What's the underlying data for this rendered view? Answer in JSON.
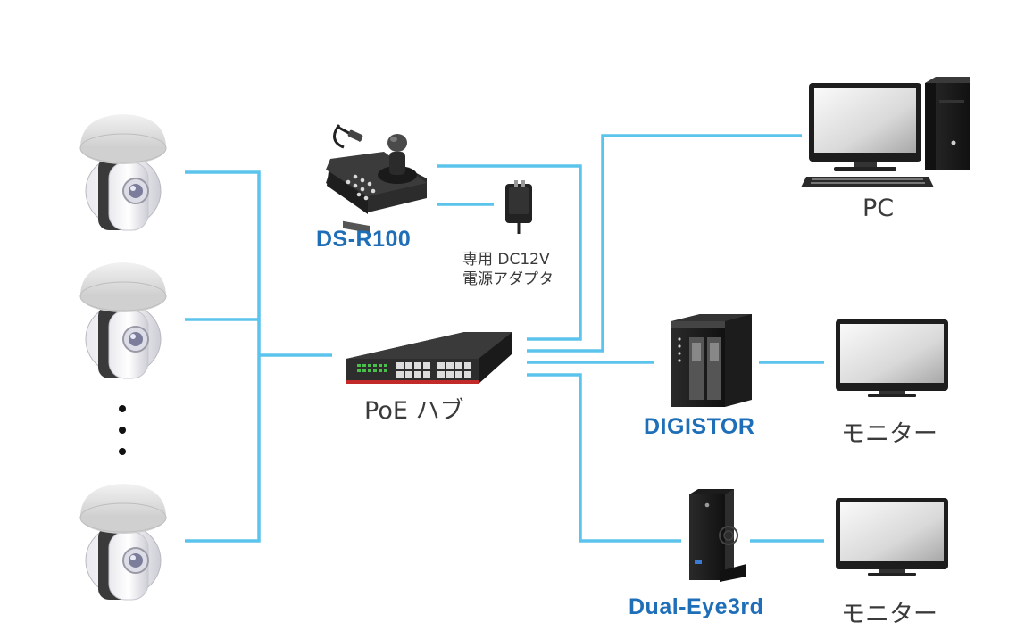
{
  "colors": {
    "connection_line": "#5bc4ec",
    "product_label": "#1f6eb8",
    "generic_label": "#3a3a3a"
  },
  "devices": {
    "controller": {
      "label": "DS-R100",
      "icon": "joystick-controller-icon"
    },
    "adapter": {
      "label_line1": "専用 DC12V",
      "label_line2": "電源アダプタ",
      "icon": "power-adapter-icon"
    },
    "hub": {
      "label": "PoE ハブ",
      "icon": "poe-switch-icon"
    },
    "pc": {
      "label": "PC",
      "icon": "desktop-pc-icon"
    },
    "digistor": {
      "label": "DIGISTOR",
      "icon": "nas-recorder-icon"
    },
    "dualeye": {
      "label": "Dual-Eye3rd",
      "icon": "tower-recorder-icon"
    },
    "monitor1": {
      "label": "モニター",
      "icon": "monitor-icon"
    },
    "monitor2": {
      "label": "モニター",
      "icon": "monitor-icon"
    },
    "cameras": {
      "icon": "ptz-dome-camera-icon",
      "ellipsis": "⋮"
    }
  }
}
